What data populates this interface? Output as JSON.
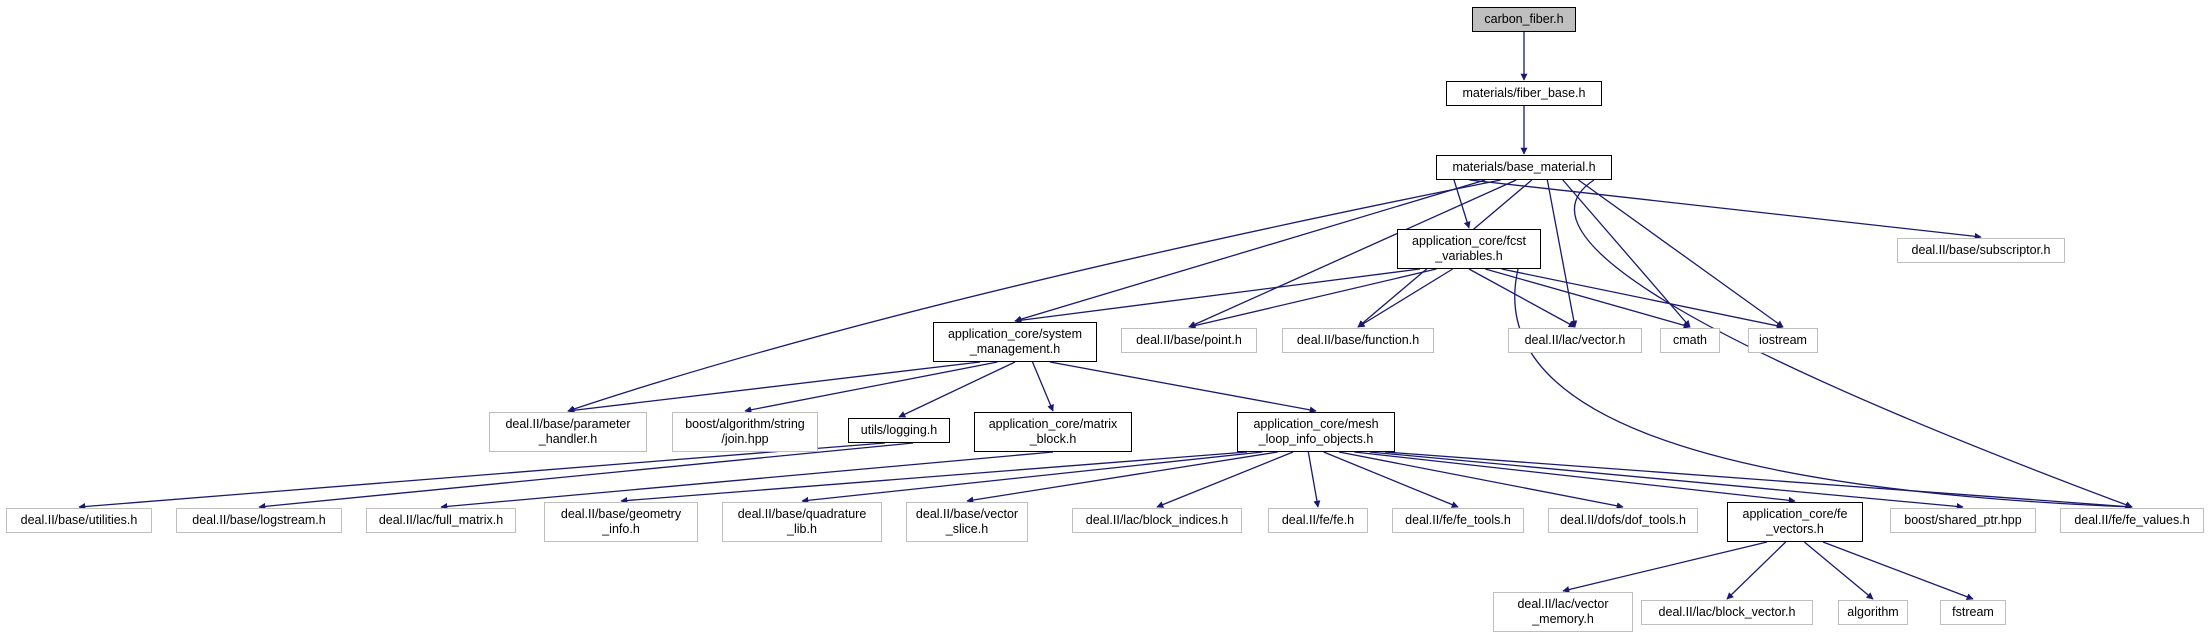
{
  "graph": {
    "edge_color": "#191970",
    "nodes": [
      {
        "id": "carbon_fiber",
        "kind": "root",
        "lines": [
          "carbon_fiber.h"
        ]
      },
      {
        "id": "fiber_base",
        "kind": "doc",
        "lines": [
          "materials/fiber_base.h"
        ]
      },
      {
        "id": "base_material",
        "kind": "doc",
        "lines": [
          "materials/base_material.h"
        ]
      },
      {
        "id": "fcst_variables",
        "kind": "doc",
        "lines": [
          "application_core/fcst",
          "_variables.h"
        ]
      },
      {
        "id": "subscriptor",
        "kind": "ext",
        "lines": [
          "deal.II/base/subscriptor.h"
        ]
      },
      {
        "id": "system_management",
        "kind": "doc",
        "lines": [
          "application_core/system",
          "_management.h"
        ]
      },
      {
        "id": "point",
        "kind": "ext",
        "lines": [
          "deal.II/base/point.h"
        ]
      },
      {
        "id": "function",
        "kind": "ext",
        "lines": [
          "deal.II/base/function.h"
        ]
      },
      {
        "id": "vector",
        "kind": "ext",
        "lines": [
          "deal.II/lac/vector.h"
        ]
      },
      {
        "id": "cmath",
        "kind": "ext",
        "lines": [
          "cmath"
        ]
      },
      {
        "id": "iostream",
        "kind": "ext",
        "lines": [
          "iostream"
        ]
      },
      {
        "id": "parameter_handler",
        "kind": "ext",
        "lines": [
          "deal.II/base/parameter",
          "_handler.h"
        ]
      },
      {
        "id": "join",
        "kind": "ext",
        "lines": [
          "boost/algorithm/string",
          "/join.hpp"
        ]
      },
      {
        "id": "logging",
        "kind": "doc",
        "lines": [
          "utils/logging.h"
        ]
      },
      {
        "id": "matrix_block",
        "kind": "doc",
        "lines": [
          "application_core/matrix",
          "_block.h"
        ]
      },
      {
        "id": "mesh_loop",
        "kind": "doc",
        "lines": [
          "application_core/mesh",
          "_loop_info_objects.h"
        ]
      },
      {
        "id": "utilities",
        "kind": "ext",
        "lines": [
          "deal.II/base/utilities.h"
        ]
      },
      {
        "id": "logstream",
        "kind": "ext",
        "lines": [
          "deal.II/base/logstream.h"
        ]
      },
      {
        "id": "full_matrix",
        "kind": "ext",
        "lines": [
          "deal.II/lac/full_matrix.h"
        ]
      },
      {
        "id": "geometry_info",
        "kind": "ext",
        "lines": [
          "deal.II/base/geometry",
          "_info.h"
        ]
      },
      {
        "id": "quadrature_lib",
        "kind": "ext",
        "lines": [
          "deal.II/base/quadrature",
          "_lib.h"
        ]
      },
      {
        "id": "vector_slice",
        "kind": "ext",
        "lines": [
          "deal.II/base/vector",
          "_slice.h"
        ]
      },
      {
        "id": "block_indices",
        "kind": "ext",
        "lines": [
          "deal.II/lac/block_indices.h"
        ]
      },
      {
        "id": "fe",
        "kind": "ext",
        "lines": [
          "deal.II/fe/fe.h"
        ]
      },
      {
        "id": "fe_tools",
        "kind": "ext",
        "lines": [
          "deal.II/fe/fe_tools.h"
        ]
      },
      {
        "id": "dof_tools",
        "kind": "ext",
        "lines": [
          "deal.II/dofs/dof_tools.h"
        ]
      },
      {
        "id": "fe_vectors",
        "kind": "doc",
        "lines": [
          "application_core/fe",
          "_vectors.h"
        ]
      },
      {
        "id": "shared_ptr",
        "kind": "ext",
        "lines": [
          "boost/shared_ptr.hpp"
        ]
      },
      {
        "id": "fe_values",
        "kind": "ext",
        "lines": [
          "deal.II/fe/fe_values.h"
        ]
      },
      {
        "id": "vector_memory",
        "kind": "ext",
        "lines": [
          "deal.II/lac/vector",
          "_memory.h"
        ]
      },
      {
        "id": "block_vector",
        "kind": "ext",
        "lines": [
          "deal.II/lac/block_vector.h"
        ]
      },
      {
        "id": "algorithm",
        "kind": "ext",
        "lines": [
          "algorithm"
        ]
      },
      {
        "id": "fstream",
        "kind": "ext",
        "lines": [
          "fstream"
        ]
      }
    ],
    "edges": [
      [
        "carbon_fiber",
        "fiber_base"
      ],
      [
        "fiber_base",
        "base_material"
      ],
      [
        "base_material",
        "fcst_variables"
      ],
      [
        "base_material",
        "subscriptor"
      ],
      [
        "base_material",
        "system_management"
      ],
      [
        "base_material",
        "parameter_handler"
      ],
      [
        "base_material",
        "point"
      ],
      [
        "base_material",
        "function"
      ],
      [
        "base_material",
        "vector"
      ],
      [
        "base_material",
        "cmath"
      ],
      [
        "base_material",
        "iostream"
      ],
      [
        "base_material",
        "fe_values"
      ],
      [
        "fcst_variables",
        "system_management"
      ],
      [
        "fcst_variables",
        "point"
      ],
      [
        "fcst_variables",
        "function"
      ],
      [
        "fcst_variables",
        "vector"
      ],
      [
        "fcst_variables",
        "cmath"
      ],
      [
        "fcst_variables",
        "iostream"
      ],
      [
        "fcst_variables",
        "fe_values"
      ],
      [
        "system_management",
        "parameter_handler"
      ],
      [
        "system_management",
        "join"
      ],
      [
        "system_management",
        "logging"
      ],
      [
        "system_management",
        "matrix_block"
      ],
      [
        "system_management",
        "mesh_loop"
      ],
      [
        "logging",
        "utilities"
      ],
      [
        "logging",
        "logstream"
      ],
      [
        "matrix_block",
        "full_matrix"
      ],
      [
        "mesh_loop",
        "geometry_info"
      ],
      [
        "mesh_loop",
        "quadrature_lib"
      ],
      [
        "mesh_loop",
        "vector_slice"
      ],
      [
        "mesh_loop",
        "block_indices"
      ],
      [
        "mesh_loop",
        "fe"
      ],
      [
        "mesh_loop",
        "fe_tools"
      ],
      [
        "mesh_loop",
        "dof_tools"
      ],
      [
        "mesh_loop",
        "fe_vectors"
      ],
      [
        "mesh_loop",
        "shared_ptr"
      ],
      [
        "mesh_loop",
        "fe_values"
      ],
      [
        "fe_vectors",
        "vector_memory"
      ],
      [
        "fe_vectors",
        "block_vector"
      ],
      [
        "fe_vectors",
        "algorithm"
      ],
      [
        "fe_vectors",
        "fstream"
      ]
    ]
  }
}
